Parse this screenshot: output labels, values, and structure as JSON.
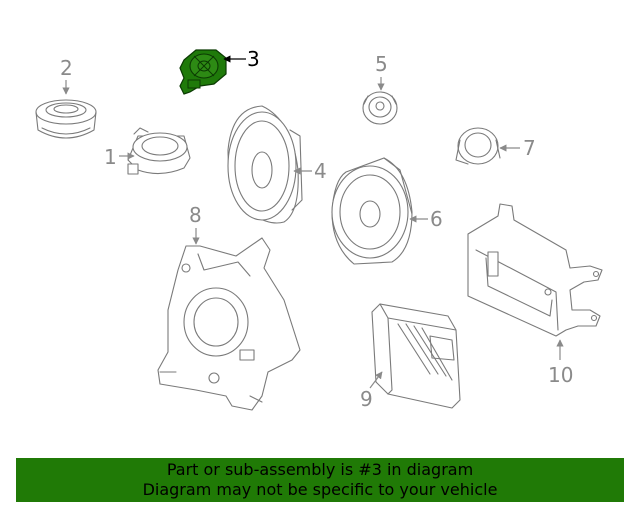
{
  "callouts": {
    "c1": "1",
    "c2": "2",
    "c3": "3",
    "c4": "4",
    "c5": "5",
    "c6": "6",
    "c7": "7",
    "c8": "8",
    "c9": "9",
    "c10": "10"
  },
  "highlight": {
    "part": "3",
    "color": "#207a06"
  },
  "banner": {
    "line1": "Part or sub-assembly is #3 in diagram",
    "line2": "Diagram may not be specific to your vehicle",
    "background": "#207a06"
  }
}
